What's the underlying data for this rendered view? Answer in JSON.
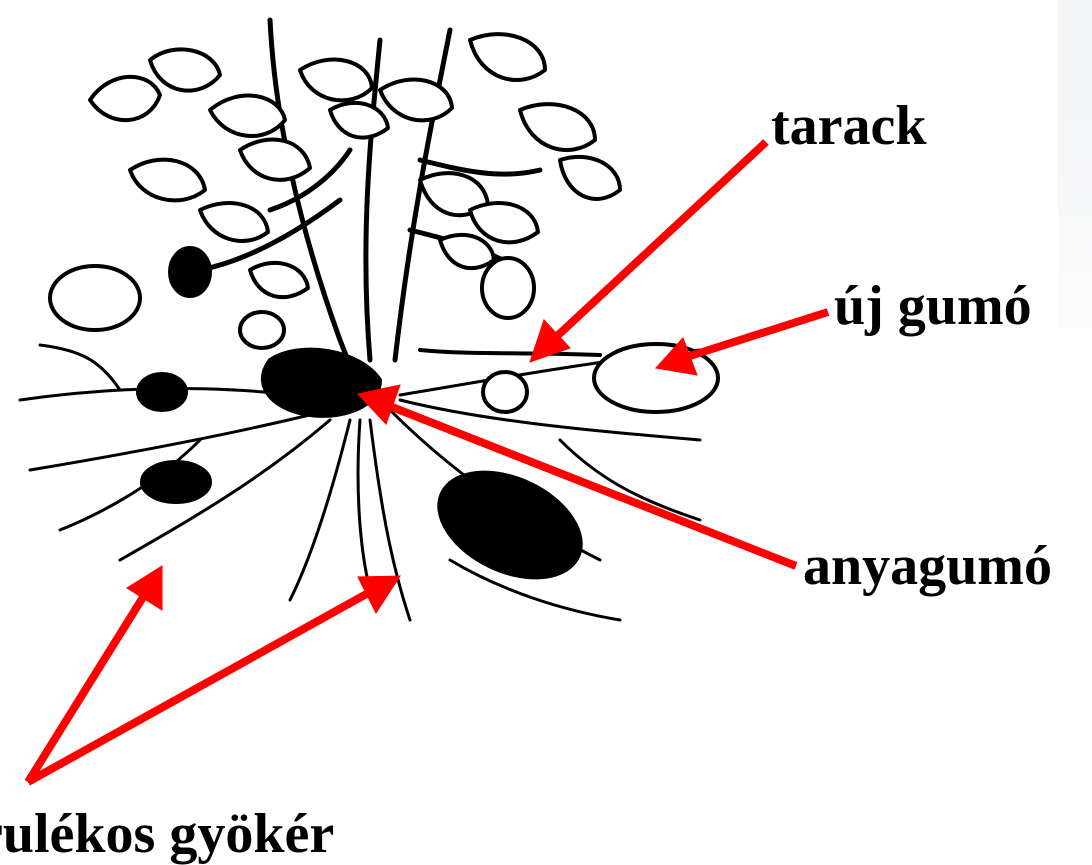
{
  "diagram": {
    "labels": {
      "runner": "tarack",
      "new_tuber": "új gumó",
      "mother_tuber": "anyagumó",
      "adventitious_root": "rulékos gyökér"
    },
    "colors": {
      "arrow": "#ff0000",
      "ink": "#000000",
      "background": "#ffffff",
      "side_panel": "#f3f4f6"
    },
    "illustration": "potato-plant"
  }
}
